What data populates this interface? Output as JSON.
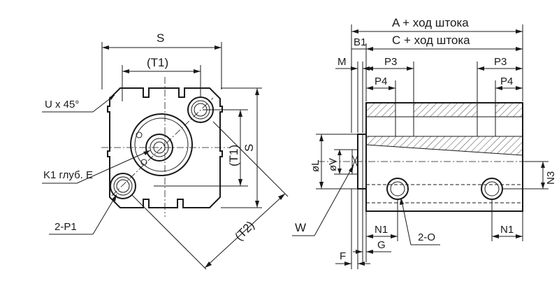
{
  "front_view": {
    "S_top": "S",
    "T1_top": "(T1)",
    "chamfer": "U x 45°",
    "S_side": "S",
    "T1_side": "(T1)",
    "T2": "(T2)",
    "K1": "K1 глуб. E",
    "P1": "2-P1"
  },
  "side_view": {
    "A": "A + ход штока",
    "C": "C + ход штока",
    "B1": "B1",
    "M": "M",
    "P3_left": "P3",
    "P3_right": "P3",
    "P4_left": "P4",
    "P4_right": "P4",
    "L": "øL",
    "V": "øV",
    "N3": "N3",
    "W": "W",
    "N1_left": "N1",
    "G": "G",
    "O": "2-O",
    "N1_right": "N1",
    "F": "F"
  }
}
